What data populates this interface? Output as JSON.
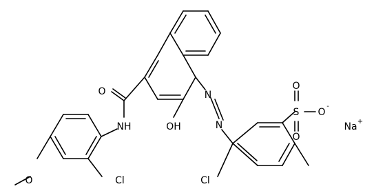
{
  "molecule": {
    "atom_labels": {
      "o_carbonyl": "O",
      "nh": "NH",
      "oh": "OH",
      "n_azo_upper": "N",
      "n_azo_lower": "N",
      "o_sulfonyl_top": "O",
      "s": "S",
      "o_sulfonyl_bottom": "O",
      "o_anion": "O",
      "o_anion_charge": "-",
      "na": "Na",
      "na_charge": "+",
      "cl_left": "Cl",
      "o_methoxy": "O",
      "cl_right": "Cl"
    },
    "colors": {
      "bond": "#000000",
      "background": "#ffffff"
    }
  }
}
